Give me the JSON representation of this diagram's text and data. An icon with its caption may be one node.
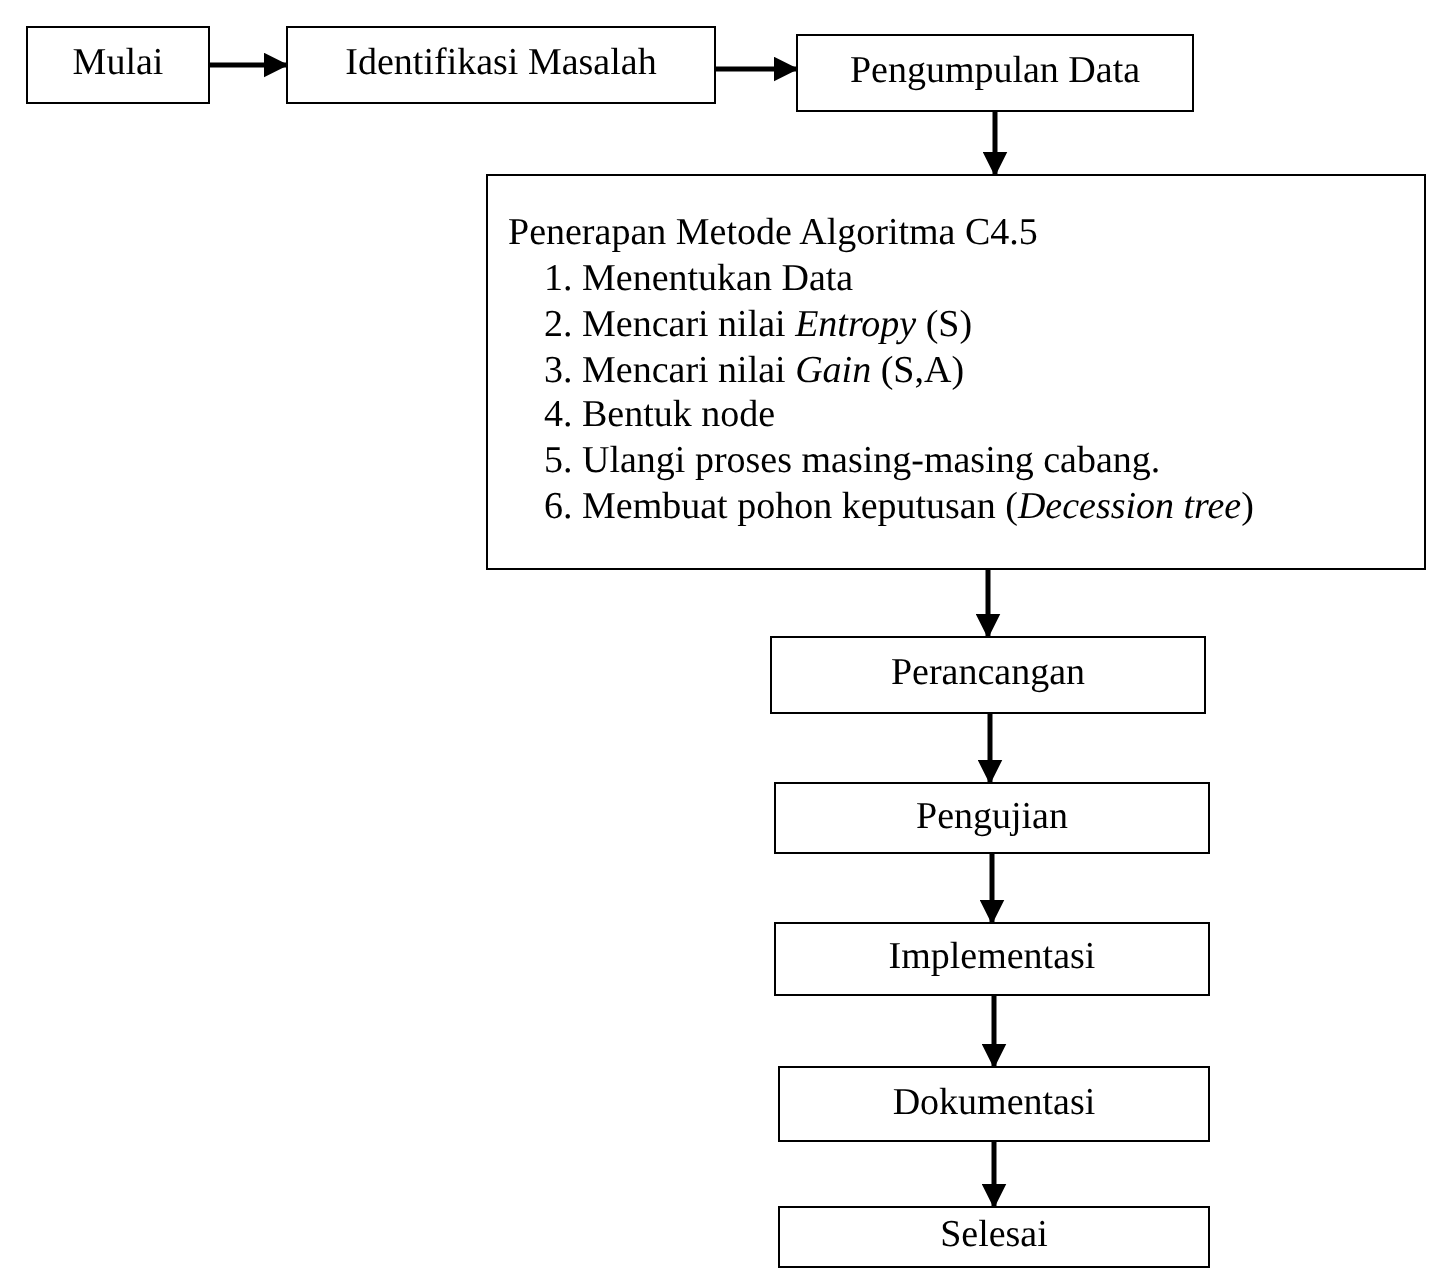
{
  "diagram": {
    "nodes": [
      {
        "text": [
          "Mulai"
        ]
      },
      {
        "text": [
          "Identifikasi Masalah"
        ]
      },
      {
        "text": [
          "Pengumpulan Data"
        ]
      },
      {
        "text": [
          "Penerapan Metode Algoritma C4.5",
          "1. Menentukan Data",
          "2. Mencari nilai *Entropy* (S)",
          "3. Mencari nilai *Gain* (S,A)",
          "4. Bentuk node",
          "5. Ulangi proses masing-masing cabang.",
          "6. Membuat pohon keputusan (*Decession tree*)"
        ]
      },
      {
        "text": [
          "Perancangan"
        ]
      },
      {
        "text": [
          "Pengujian"
        ]
      },
      {
        "text": [
          "Implementasi"
        ]
      },
      {
        "text": [
          "Dokumentasi"
        ]
      },
      {
        "text": [
          "Selesai"
        ]
      }
    ],
    "edges": [
      {
        "from": 0,
        "to": 1,
        "arrow": "to"
      },
      {
        "from": 1,
        "to": 2,
        "arrow": "to"
      },
      {
        "from": 2,
        "to": 3,
        "arrow": "to"
      },
      {
        "from": 3,
        "to": 4,
        "arrow": "to"
      },
      {
        "from": 4,
        "to": 5,
        "arrow": "to"
      },
      {
        "from": 5,
        "to": 6,
        "arrow": "to"
      },
      {
        "from": 6,
        "to": 7,
        "arrow": "to"
      },
      {
        "from": 7,
        "to": 8,
        "arrow": "to"
      }
    ]
  }
}
